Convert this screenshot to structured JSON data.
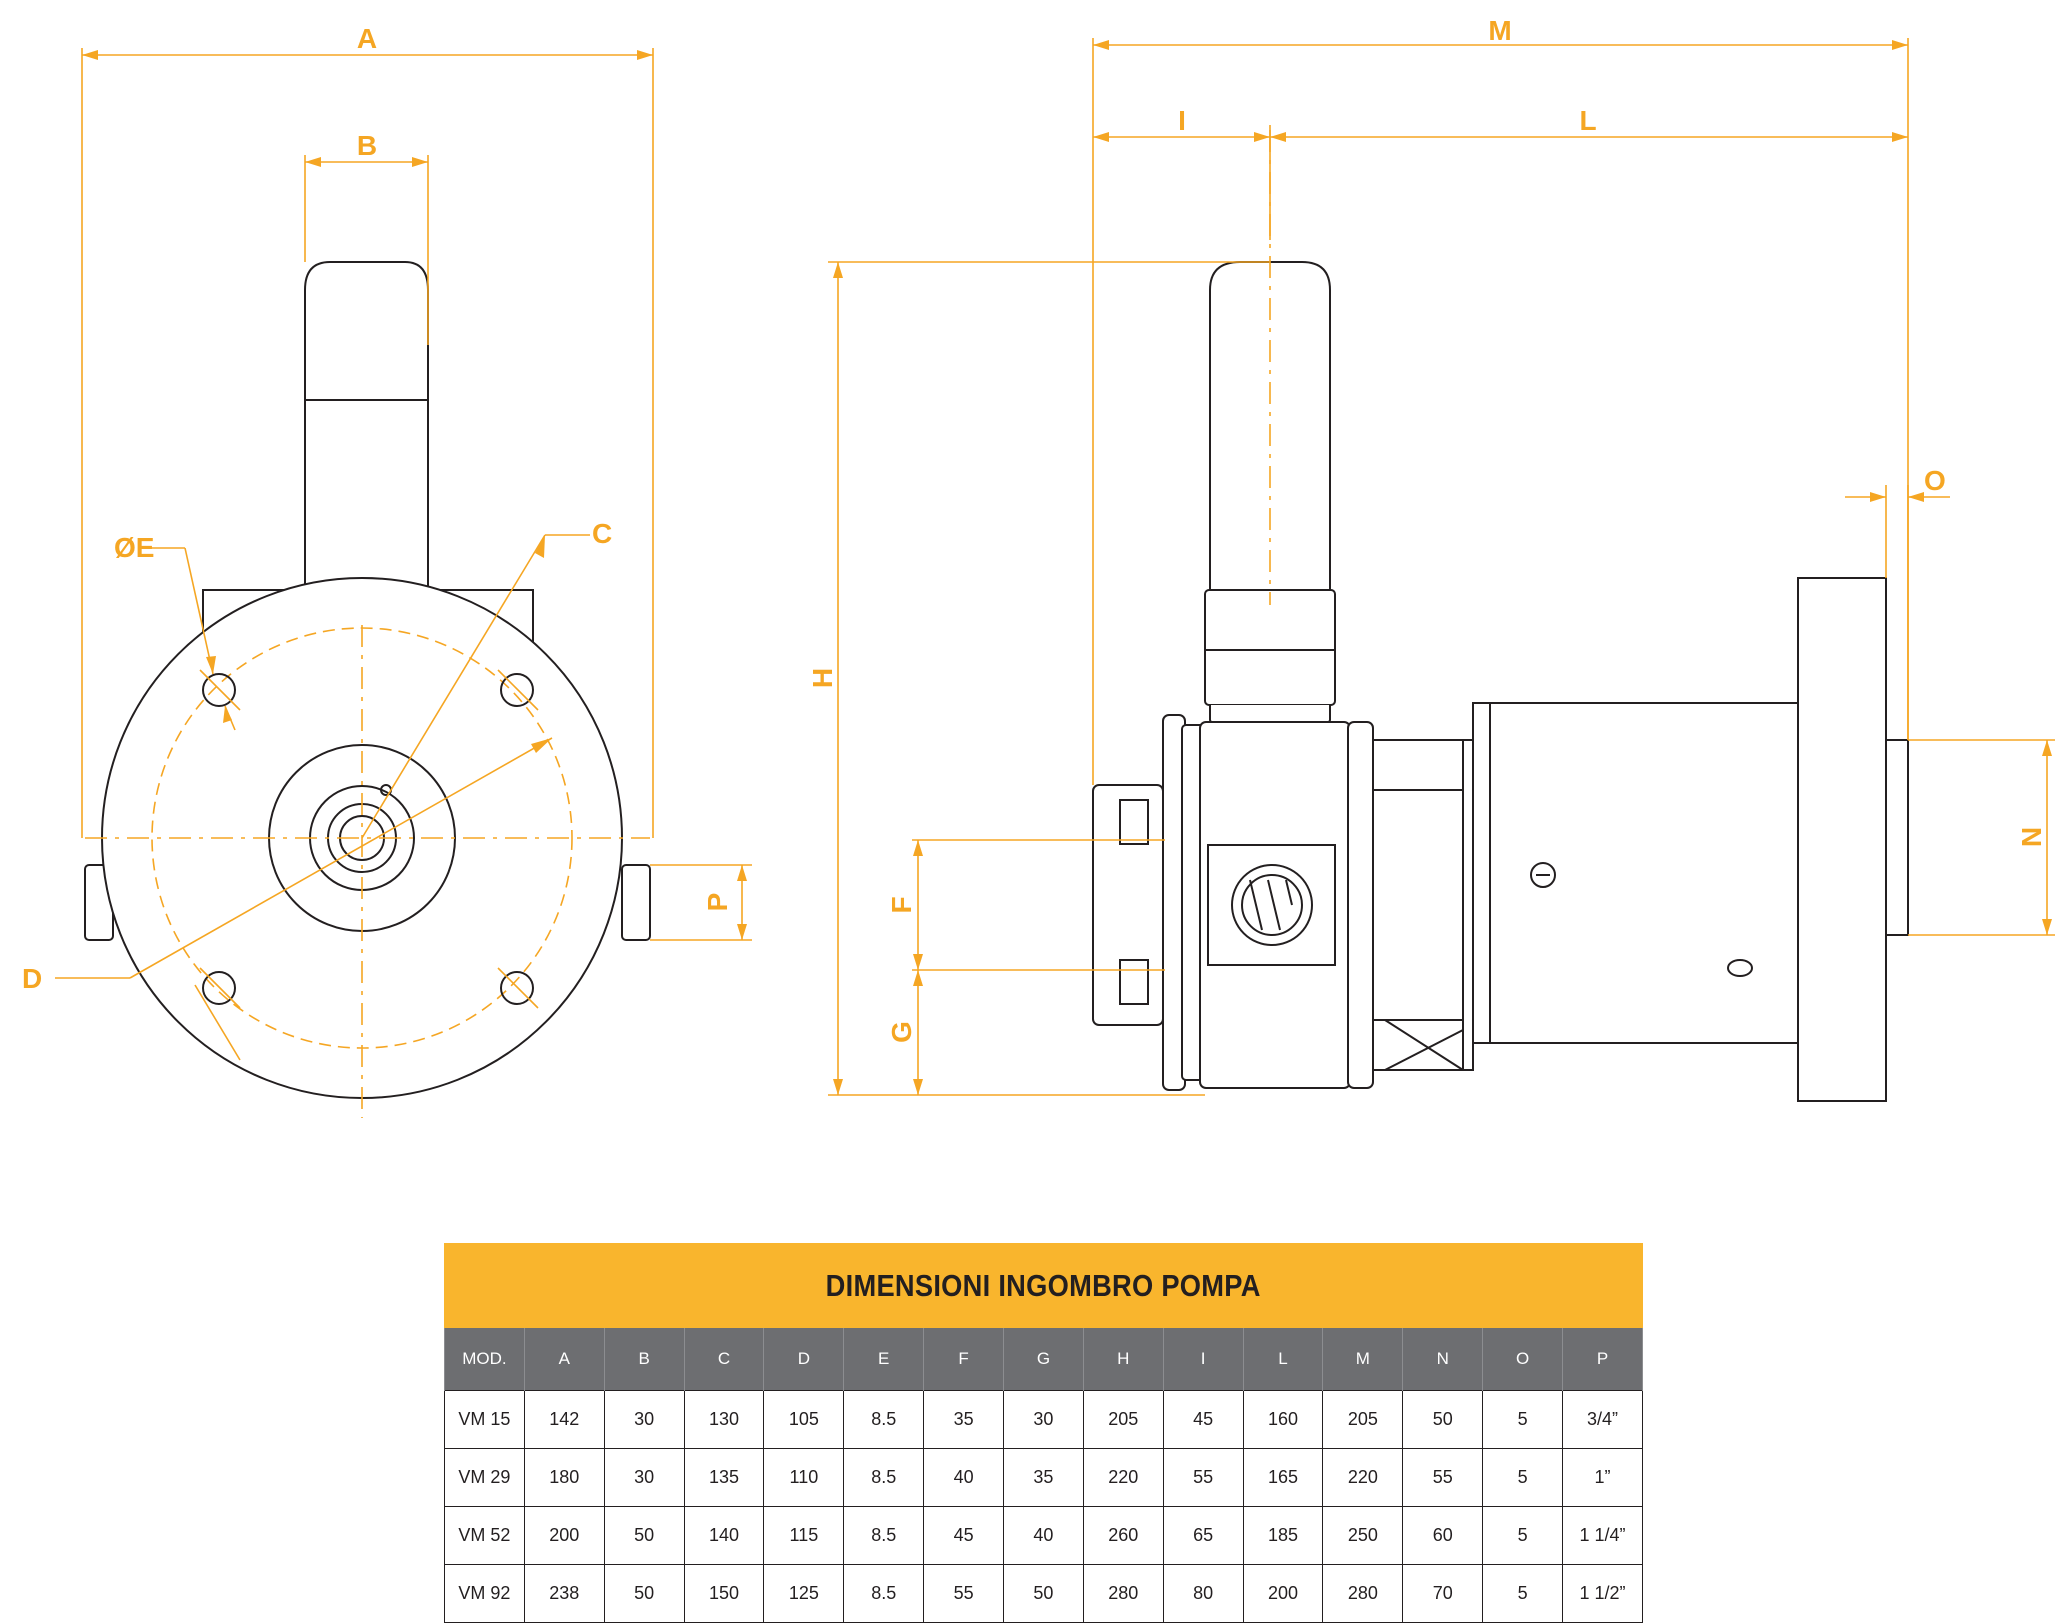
{
  "drawing": {
    "labels": {
      "A": "A",
      "B": "B",
      "C": "C",
      "D": "D",
      "E": "ØE",
      "P": "P",
      "M": "M",
      "I": "I",
      "L": "L",
      "H": "H",
      "O": "O",
      "N": "N",
      "F": "F",
      "G": "G"
    },
    "colors": {
      "dimension": "#f5a623",
      "outline": "#231f20"
    }
  },
  "table": {
    "title": "DIMENSIONI INGOMBRO POMPA",
    "colors": {
      "title_band": "#f9b52d",
      "header_band": "#6d6e71"
    },
    "headers": [
      "MOD.",
      "A",
      "B",
      "C",
      "D",
      "E",
      "F",
      "G",
      "H",
      "I",
      "L",
      "M",
      "N",
      "O",
      "P"
    ],
    "rows": [
      [
        "VM 15",
        "142",
        "30",
        "130",
        "105",
        "8.5",
        "35",
        "30",
        "205",
        "45",
        "160",
        "205",
        "50",
        "5",
        "3/4”"
      ],
      [
        "VM 29",
        "180",
        "30",
        "135",
        "110",
        "8.5",
        "40",
        "35",
        "220",
        "55",
        "165",
        "220",
        "55",
        "5",
        "1”"
      ],
      [
        "VM 52",
        "200",
        "50",
        "140",
        "115",
        "8.5",
        "45",
        "40",
        "260",
        "65",
        "185",
        "250",
        "60",
        "5",
        "1 1/4”"
      ],
      [
        "VM 92",
        "238",
        "50",
        "150",
        "125",
        "8.5",
        "55",
        "50",
        "280",
        "80",
        "200",
        "280",
        "70",
        "5",
        "1 1/2”"
      ]
    ]
  }
}
